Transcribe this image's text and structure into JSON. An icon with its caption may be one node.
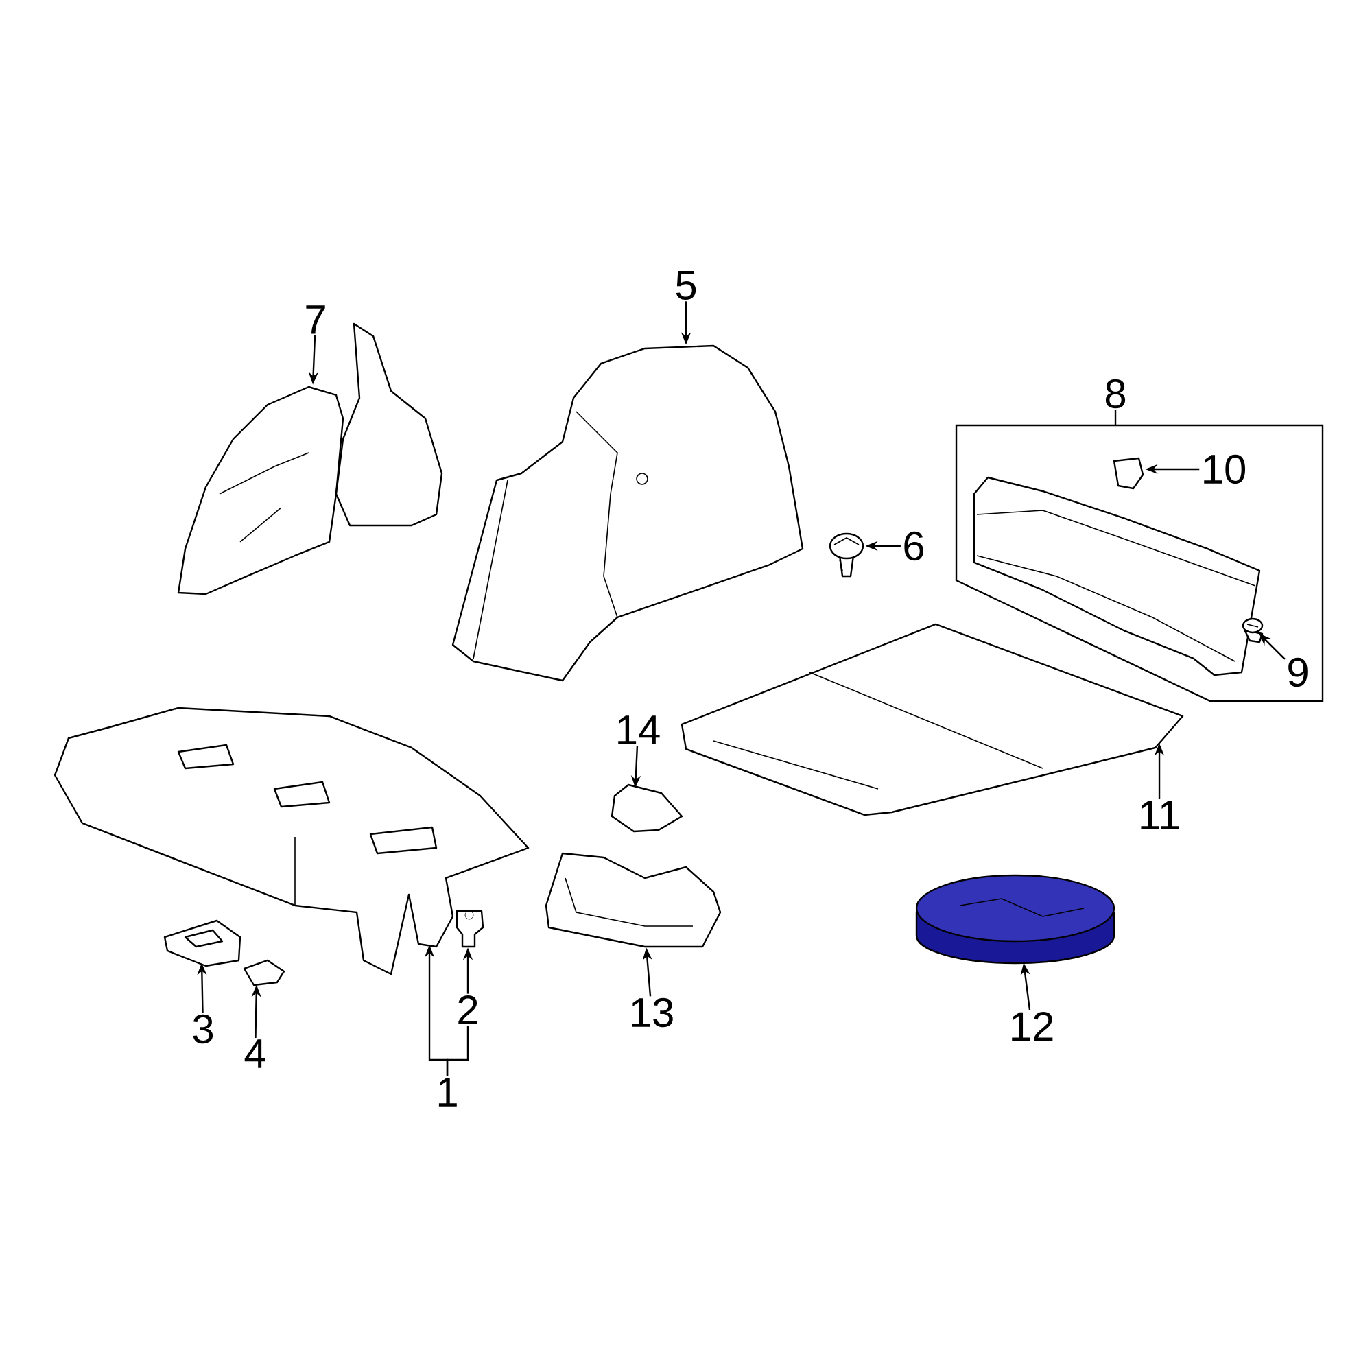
{
  "diagram": {
    "nodes": [
      {
        "text": [
          "7"
        ]
      },
      {
        "text": [],
        "shape": "picture"
      },
      {
        "text": [
          "5"
        ]
      },
      {
        "text": [],
        "shape": "picture"
      },
      {
        "text": [
          "8"
        ]
      },
      {
        "text": [],
        "shape": "box"
      },
      {
        "text": [
          "10"
        ],
        "in": 5
      },
      {
        "text": [],
        "shape": "picture",
        "in": 5
      },
      {
        "text": [],
        "shape": "picture",
        "in": 5
      },
      {
        "text": [
          "6"
        ]
      },
      {
        "text": [],
        "shape": "picture"
      },
      {
        "text": [],
        "shape": "picture",
        "in": 5
      },
      {
        "text": [
          "9"
        ],
        "in": 5
      },
      {
        "text": [
          "11"
        ]
      },
      {
        "text": [],
        "shape": "picture"
      },
      {
        "text": [
          "14"
        ]
      },
      {
        "text": [],
        "shape": "picture"
      },
      {
        "text": [
          "3"
        ]
      },
      {
        "text": [],
        "shape": "picture"
      },
      {
        "text": [
          "4"
        ]
      },
      {
        "text": [],
        "shape": "picture"
      },
      {
        "text": [],
        "shape": "picture"
      },
      {
        "text": [
          "2"
        ]
      },
      {
        "text": [],
        "shape": "picture"
      },
      {
        "text": [
          "1"
        ]
      },
      {
        "text": [
          "13"
        ]
      },
      {
        "text": [],
        "shape": "picture"
      },
      {
        "text": [
          "12"
        ]
      },
      {
        "text": [],
        "shape": "picture"
      }
    ],
    "edges": [
      {
        "from": 0,
        "to": 1,
        "arrow": "to"
      },
      {
        "from": 2,
        "to": 3,
        "arrow": "to"
      },
      {
        "from": 4,
        "to": 5,
        "arrow": "none"
      },
      {
        "from": 6,
        "to": 7,
        "arrow": "to"
      },
      {
        "from": 9,
        "to": 10,
        "arrow": "to"
      },
      {
        "from": 12,
        "to": 11,
        "arrow": "to"
      },
      {
        "from": 13,
        "to": 14,
        "arrow": "to"
      },
      {
        "from": 15,
        "to": 16,
        "arrow": "to"
      },
      {
        "from": 17,
        "to": 18,
        "arrow": "to"
      },
      {
        "from": 19,
        "to": 20,
        "arrow": "to"
      },
      {
        "from": 22,
        "to": 23,
        "arrow": "to"
      },
      {
        "from": 24,
        "to": 21,
        "arrow": "to"
      },
      {
        "from": 24,
        "to": 22,
        "arrow": "none"
      },
      {
        "from": 25,
        "to": 26,
        "arrow": "to"
      },
      {
        "from": 27,
        "to": 28,
        "arrow": "to"
      }
    ]
  }
}
